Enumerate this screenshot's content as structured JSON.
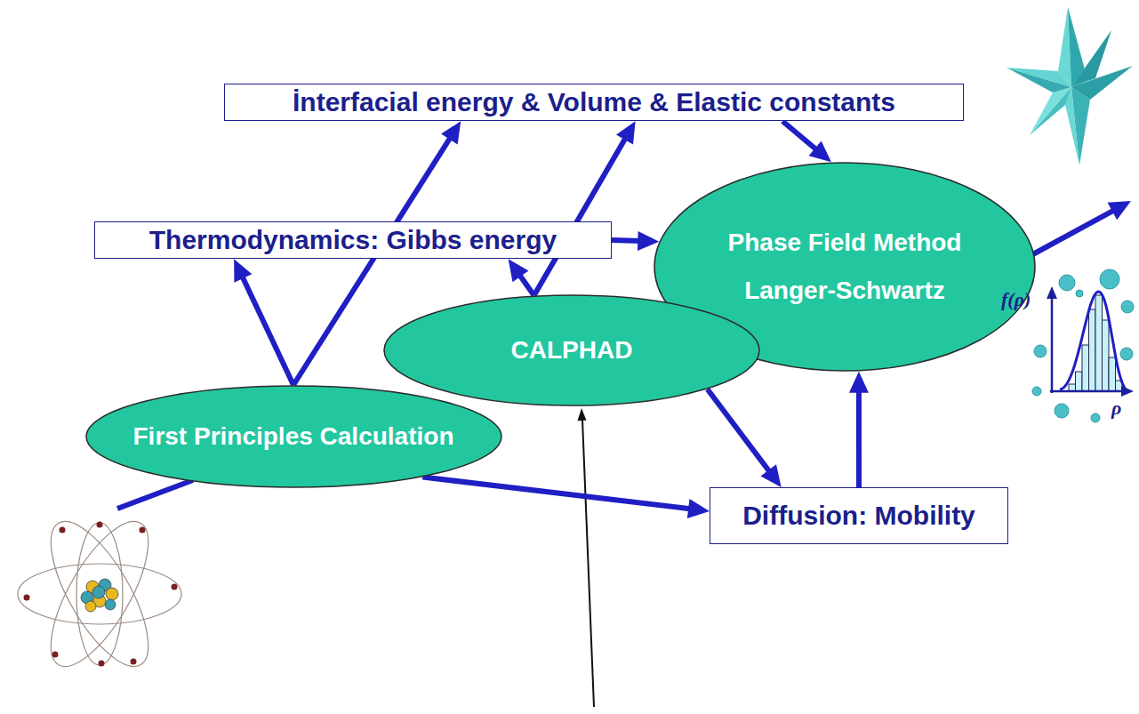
{
  "diagram": {
    "nodes": [
      {
        "text": [
          "İnterfacial energy & Volume & Elastic constants"
        ]
      },
      {
        "text": [
          "Thermodynamics: Gibbs energy"
        ]
      },
      {
        "text": [
          "Phase Field Method",
          "Langer-Schwartz"
        ]
      },
      {
        "text": [
          "CALPHAD"
        ]
      },
      {
        "text": [
          "First Principles Calculation"
        ]
      },
      {
        "text": [
          "Diffusion: Mobility"
        ]
      }
    ],
    "edges": [
      {
        "from": 4,
        "to": 1,
        "arrow": "to"
      },
      {
        "from": 4,
        "to": 0,
        "arrow": "to"
      },
      {
        "from": 3,
        "to": 1,
        "arrow": "to"
      },
      {
        "from": 3,
        "to": 0,
        "arrow": "to"
      },
      {
        "from": 1,
        "to": 2,
        "arrow": "to"
      },
      {
        "from": 0,
        "to": 2,
        "arrow": "to"
      },
      {
        "from": 3,
        "to": 5,
        "arrow": "to"
      },
      {
        "from": 4,
        "to": 5,
        "arrow": "to"
      },
      {
        "from": 5,
        "to": 2,
        "arrow": "to"
      }
    ],
    "labels": [
      "f(ρ)",
      "ρ"
    ]
  }
}
